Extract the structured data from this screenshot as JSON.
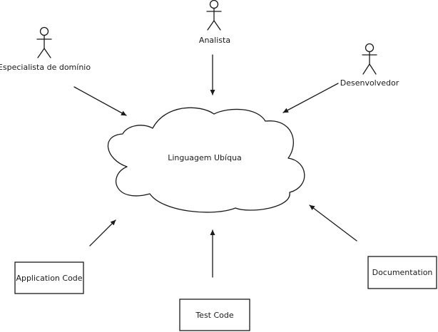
{
  "center": {
    "label": "Linguagem Ubíqua"
  },
  "actors": [
    {
      "key": "especialista",
      "label": "Especialista de domínio",
      "icon": "stick-figure-icon"
    },
    {
      "key": "analista",
      "label": "Analista",
      "icon": "stick-figure-icon"
    },
    {
      "key": "desenvolvedor",
      "label": "Desenvolvedor",
      "icon": "stick-figure-icon"
    }
  ],
  "artifacts": [
    {
      "key": "application_code",
      "label": "Application Code"
    },
    {
      "key": "test_code",
      "label": "Test Code"
    },
    {
      "key": "documentation",
      "label": "Documentation"
    }
  ]
}
